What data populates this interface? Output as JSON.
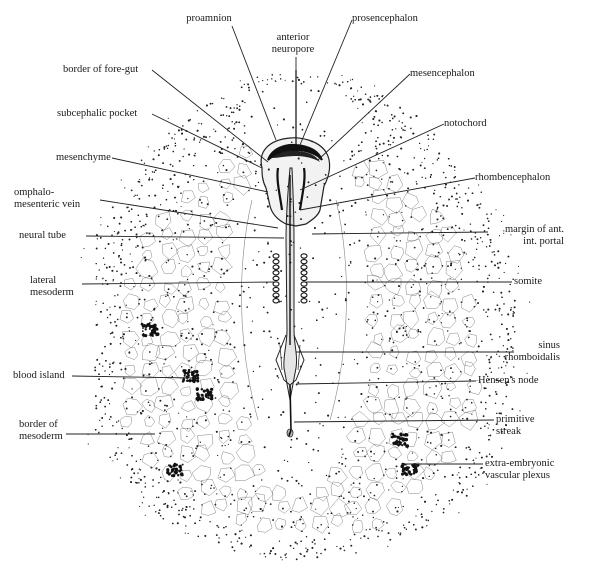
{
  "labels": {
    "proamnion": "proamnion",
    "anterior_neuropore": "anterior\nneuropore",
    "prosencephalon": "prosencephalon",
    "border_of_fore_gut": "border of fore-gut",
    "mesencephalon": "mesencephalon",
    "subcephalic_pocket": "subcephalic pocket",
    "notochord": "notochord",
    "mesenchyme": "mesenchyme",
    "rhombencephalon": "rhombencephalon",
    "omphalo_mesenteric_vein": "omphalo-\nmesenteric vein",
    "neural_tube": "neural tube",
    "margin_of_ant_int_portal": "margin of ant.\nint. portal",
    "lateral_mesoderm": "lateral\nmesoderm",
    "somite": "somite",
    "sinus_rhomboidalis": "sinus\nrhomboidalis",
    "blood_island": "blood island",
    "hensens_node": "Hensen's node",
    "border_of_mesoderm": "border of\nmesoderm",
    "primitive_streak": "primitive\nstreak",
    "extra_embryonic_vascular_plexus": "extra-embryonic\nvascular plexus"
  }
}
